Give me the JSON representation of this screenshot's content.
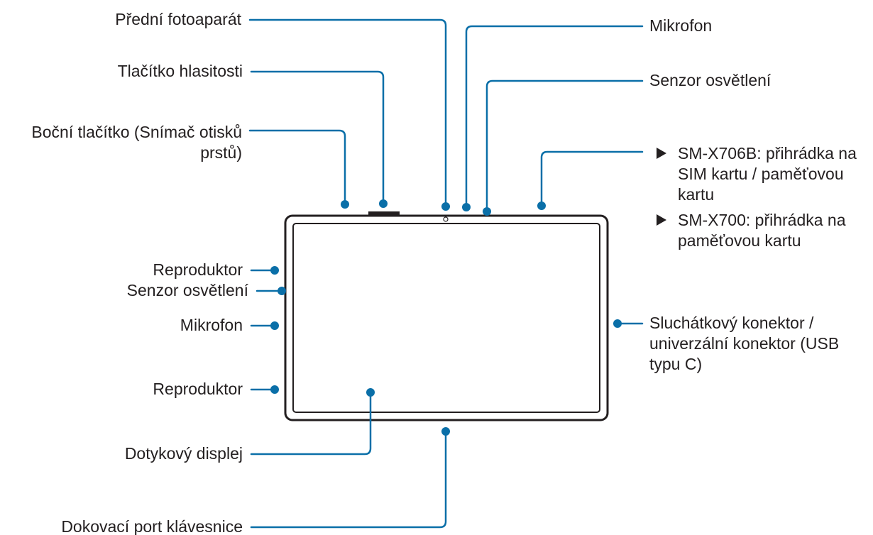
{
  "diagram": {
    "accent_color": "#0a6fa8",
    "device": "tablet-front-view",
    "labels": {
      "front_camera": "Přední fotoaparát",
      "volume_key": "Tlačítko hlasitosti",
      "side_key": "Boční tlačítko (Snímač otisků prstů)",
      "speaker_top": "Reproduktor",
      "light_sensor_left": "Senzor osvětlení",
      "microphone_left": "Mikrofon",
      "speaker_bottom": "Reproduktor",
      "touchscreen": "Dotykový displej",
      "keyboard_port": "Dokovací port klávesnice",
      "microphone_top": "Mikrofon",
      "light_sensor_top": "Senzor osvětlení",
      "tray_x706b": "SM-X706B: přihrádka na SIM kartu / paměťovou kartu",
      "tray_x700": "SM-X700: přihrádka na paměťovou kartu",
      "usb_connector": "Sluchátkový konektor / univerzální konektor (USB typu C)"
    }
  }
}
